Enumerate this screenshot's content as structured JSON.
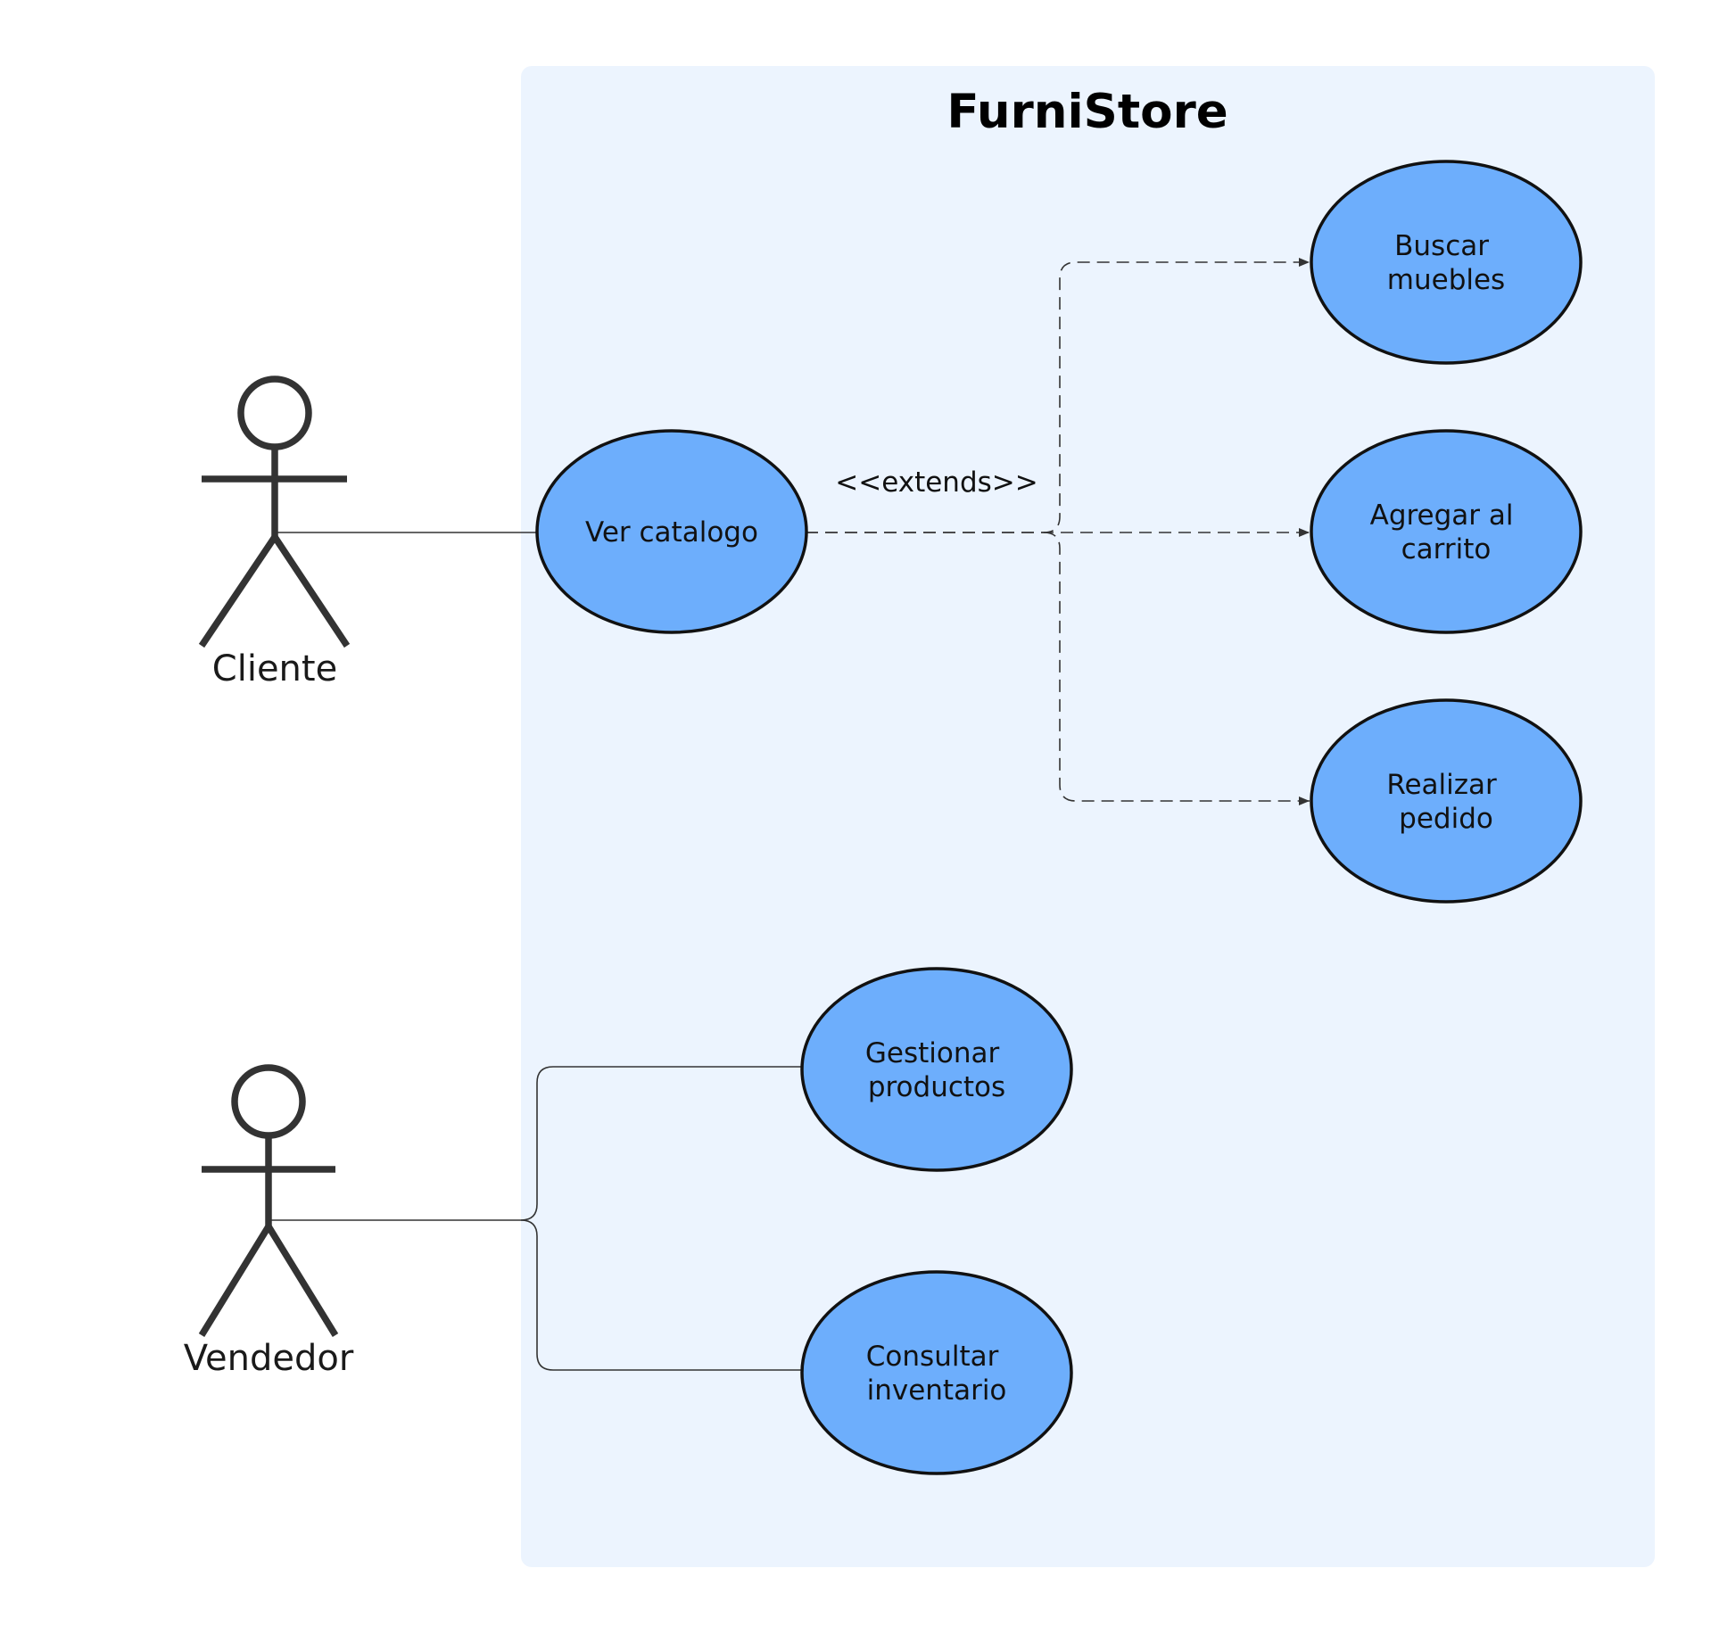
{
  "system": {
    "title": "FurniStore",
    "background_color": "#ecf4fe"
  },
  "actors": {
    "cliente": {
      "label": "Cliente"
    },
    "vendedor": {
      "label": "Vendedor"
    }
  },
  "use_cases": {
    "ver_catalogo": {
      "label_lines": [
        "Ver catalogo"
      ]
    },
    "buscar_muebles": {
      "label_lines": [
        "Buscar",
        "muebles"
      ]
    },
    "agregar_carrito": {
      "label_lines": [
        "Agregar al",
        "carrito"
      ]
    },
    "realizar_pedido": {
      "label_lines": [
        "Realizar",
        "pedido"
      ]
    },
    "gestionar_productos": {
      "label_lines": [
        "Gestionar",
        "productos"
      ]
    },
    "consultar_inventario": {
      "label_lines": [
        "Consultar",
        "inventario"
      ]
    }
  },
  "relations": {
    "extend_label": "<<extends>>"
  },
  "colors": {
    "use_case_fill": "#6daefc",
    "stroke": "#333333"
  }
}
